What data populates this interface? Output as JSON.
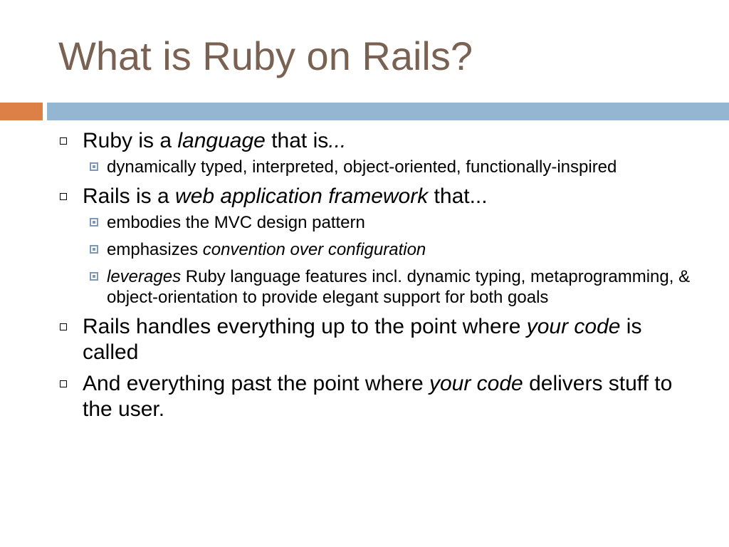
{
  "slide": {
    "title": "What is Ruby on Rails?",
    "accent_colors": {
      "orange": "#dd8047",
      "blue": "#94b6d2",
      "title": "#7a6253"
    },
    "bullets": [
      {
        "parts": [
          "Ruby is a ",
          "language",
          " that is",
          "..."
        ],
        "subs": [
          {
            "parts": [
              "dynamically typed, interpreted, object-oriented, functionally-inspired"
            ]
          }
        ]
      },
      {
        "parts": [
          "Rails is a ",
          "web application framework",
          " that..."
        ],
        "subs": [
          {
            "parts": [
              "embodies the MVC design pattern"
            ]
          },
          {
            "parts": [
              "emphasizes ",
              "convention over configuration"
            ]
          },
          {
            "parts": [
              "leverages",
              " Ruby language features incl. dynamic typing, metaprogramming, & object-orientation to provide elegant support for both goals"
            ]
          }
        ]
      },
      {
        "parts": [
          "Rails handles everything up to the point where ",
          "your code",
          " is called"
        ],
        "subs": []
      },
      {
        "parts": [
          "And everything past the point where ",
          "your code",
          " delivers stuff to the user."
        ],
        "subs": []
      }
    ]
  }
}
